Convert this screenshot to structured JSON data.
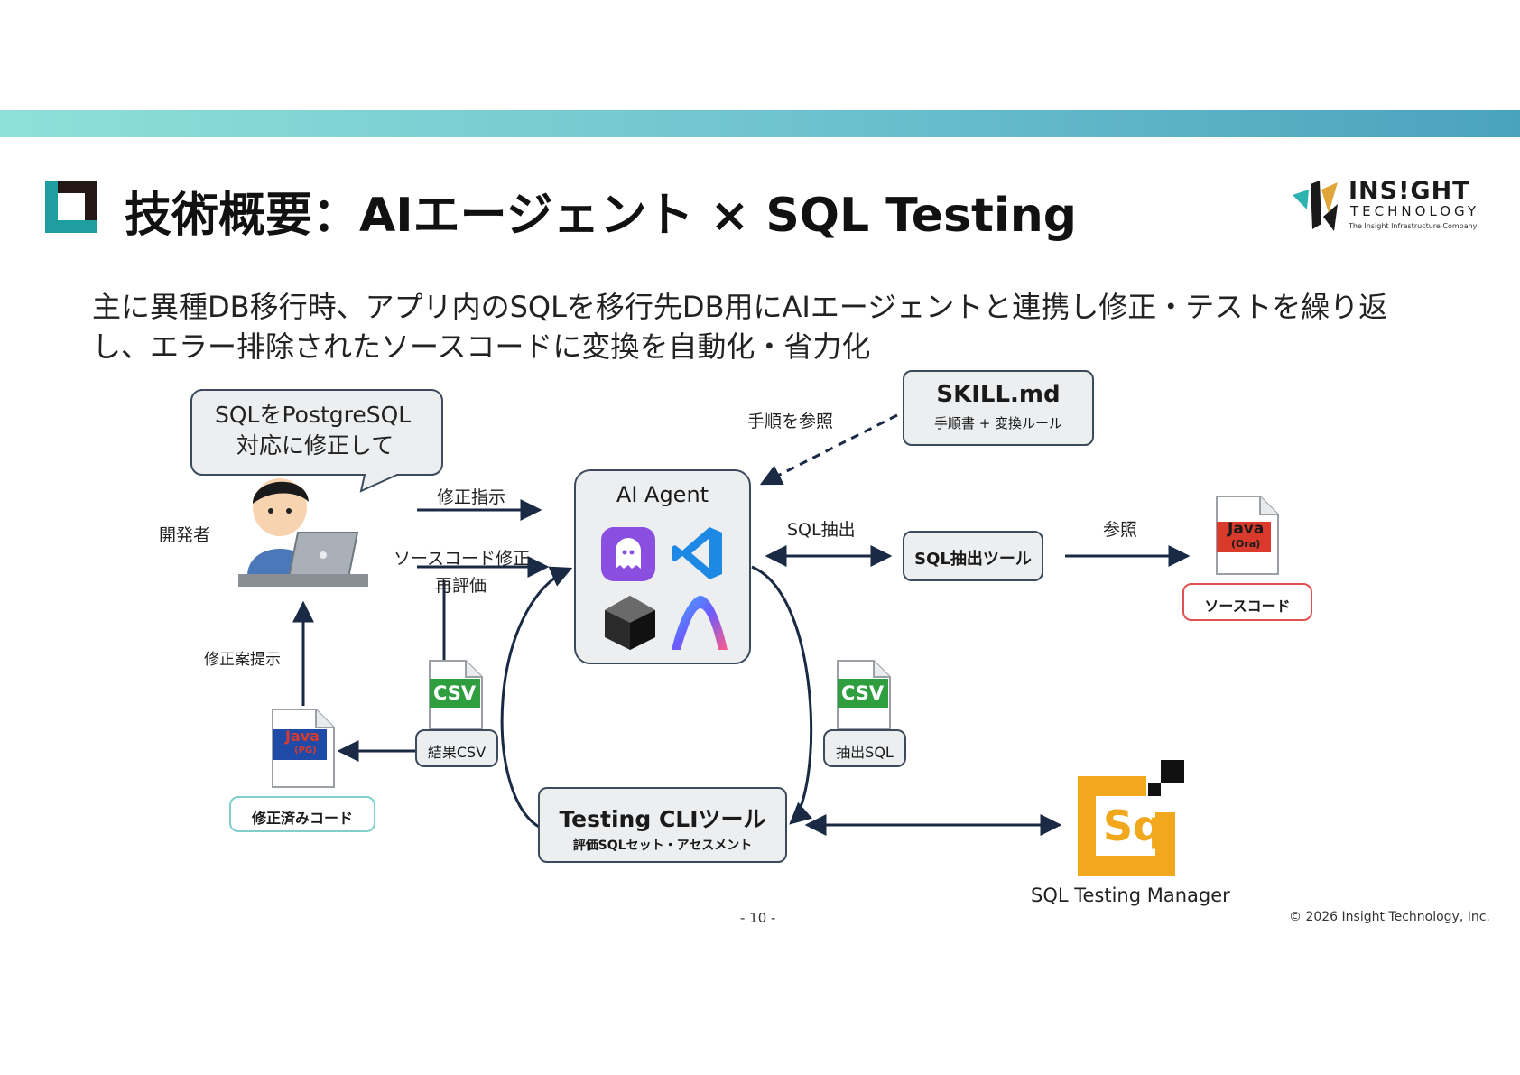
{
  "header": {
    "title": "技術概要：AIエージェント × SQL Testing",
    "logo_brand": "INS!GHT",
    "logo_sub": "TECHNOLOGY",
    "logo_tagline": "The Insight Infrastructure Company",
    "accent_colors": {
      "band_start": "#8fe0d8",
      "band_end": "#4aa3bd",
      "title_icon": "#1f9ea0"
    }
  },
  "description": "主に異種DB移行時、アプリ内のSQLを移行先DB用にAIエージェントと連携し修正・テストを繰り返し、エラー排除されたソースコードに変換を自動化・省力化",
  "diagram": {
    "speech_bubble": {
      "line1": "SQLをPostgreSQL",
      "line2": "対応に修正して"
    },
    "developer_label": "開発者",
    "arrow_labels": {
      "fix_instruction": "修正指示",
      "source_fix": "ソースコード修正",
      "re_evaluate": "再評価",
      "proposal": "修正案提示",
      "see_procedure": "手順を参照",
      "sql_extract": "SQL抽出",
      "reference": "参照"
    },
    "ai_agent": {
      "title": "AI Agent",
      "icons": [
        "ghost-app-icon",
        "vscode-icon",
        "cube-icon",
        "arch-icon"
      ]
    },
    "skill": {
      "title": "SKILL.md",
      "subtitle": "手順書 + 変換ルール"
    },
    "sql_tool": {
      "label": "SQL抽出ツール"
    },
    "java_ora": {
      "line1": "Java",
      "line2": "(Ora)",
      "caption": "ソースコード"
    },
    "java_pg": {
      "line1": "Java",
      "line2": "(PG)",
      "caption": "修正済みコード"
    },
    "csv_result": {
      "badge": "CSV",
      "caption": "結果CSV"
    },
    "csv_extract": {
      "badge": "CSV",
      "caption": "抽出SQL"
    },
    "testing_cli": {
      "title": "Testing CLIツール",
      "subtitle": "評価SQLセット・アセスメント"
    },
    "stm": {
      "label": "SQL Testing Manager",
      "logo_text": "Sq"
    }
  },
  "footer": {
    "page": "- 10 -",
    "copyright": "© 2026 Insight Technology, Inc."
  }
}
